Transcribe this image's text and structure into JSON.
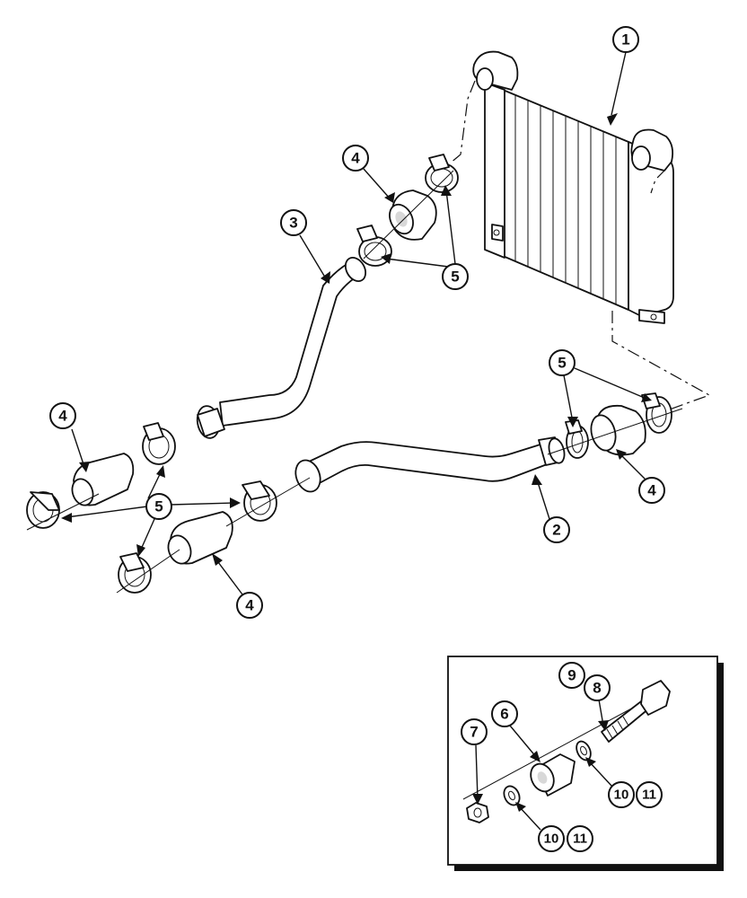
{
  "callouts": {
    "c1": "1",
    "c2": "2",
    "c3": "3",
    "c4a": "4",
    "c4b": "4",
    "c4c": "4",
    "c4d": "4",
    "c5a": "5",
    "c5b": "5",
    "c5c": "5",
    "c6": "6",
    "c7": "7",
    "c8": "8",
    "c9": "9",
    "c10a": "10",
    "c11a": "11",
    "c10b": "10",
    "c11b": "11"
  },
  "colors": {
    "line": "#111111",
    "paper": "#ffffff",
    "shade": "#d8d8d8"
  }
}
